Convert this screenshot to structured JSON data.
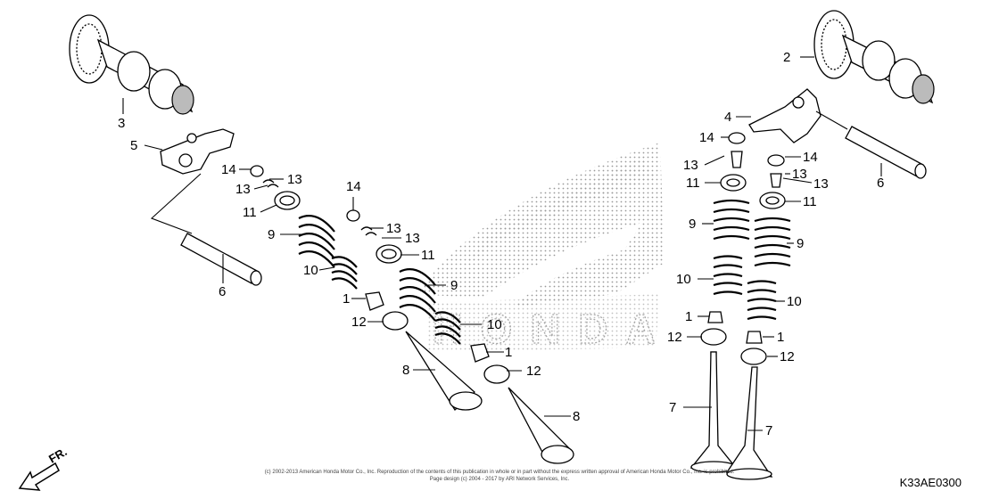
{
  "diagram": {
    "callouts": [
      {
        "id": "c-3",
        "label": "3"
      },
      {
        "id": "c-5",
        "label": "5"
      },
      {
        "id": "c-14a",
        "label": "14"
      },
      {
        "id": "c-13a",
        "label": "13"
      },
      {
        "id": "c-13b",
        "label": "13"
      },
      {
        "id": "c-11a",
        "label": "11"
      },
      {
        "id": "c-9a",
        "label": "9"
      },
      {
        "id": "c-10a",
        "label": "10"
      },
      {
        "id": "c-1a",
        "label": "1"
      },
      {
        "id": "c-12a",
        "label": "12"
      },
      {
        "id": "c-6a",
        "label": "6"
      },
      {
        "id": "c-8a",
        "label": "8"
      },
      {
        "id": "c-14b",
        "label": "14"
      },
      {
        "id": "c-13c",
        "label": "13"
      },
      {
        "id": "c-13d",
        "label": "13"
      },
      {
        "id": "c-11b",
        "label": "11"
      },
      {
        "id": "c-9b",
        "label": "9"
      },
      {
        "id": "c-10b",
        "label": "10"
      },
      {
        "id": "c-1b",
        "label": "1"
      },
      {
        "id": "c-12b",
        "label": "12"
      },
      {
        "id": "c-8b",
        "label": "8"
      },
      {
        "id": "c-2",
        "label": "2"
      },
      {
        "id": "c-4",
        "label": "4"
      },
      {
        "id": "c-14c",
        "label": "14"
      },
      {
        "id": "c-13e",
        "label": "13"
      },
      {
        "id": "c-11c",
        "label": "11"
      },
      {
        "id": "c-9c",
        "label": "9"
      },
      {
        "id": "c-10c",
        "label": "10"
      },
      {
        "id": "c-1c",
        "label": "1"
      },
      {
        "id": "c-12c",
        "label": "12"
      },
      {
        "id": "c-7a",
        "label": "7"
      },
      {
        "id": "c-14d",
        "label": "14"
      },
      {
        "id": "c-13f",
        "label": "13"
      },
      {
        "id": "c-13g",
        "label": "13"
      },
      {
        "id": "c-11d",
        "label": "11"
      },
      {
        "id": "c-9d",
        "label": "9"
      },
      {
        "id": "c-10d",
        "label": "10"
      },
      {
        "id": "c-1d",
        "label": "1"
      },
      {
        "id": "c-12d",
        "label": "12"
      },
      {
        "id": "c-7b",
        "label": "7"
      },
      {
        "id": "c-6b",
        "label": "6"
      }
    ],
    "direction_label": "FR.",
    "diagram_code": "K33AE0300",
    "copyright_line1": "(c) 2002-2013 American Honda Motor Co., Inc. Reproduction of the contents of this publication in whole or in part without the express written approval of American Honda Motor Co., Inc. is prohibited.",
    "copyright_line2": "Page design (c) 2004 - 2017 by ARI Network Services, Inc.",
    "watermark_text": "HONDA"
  }
}
